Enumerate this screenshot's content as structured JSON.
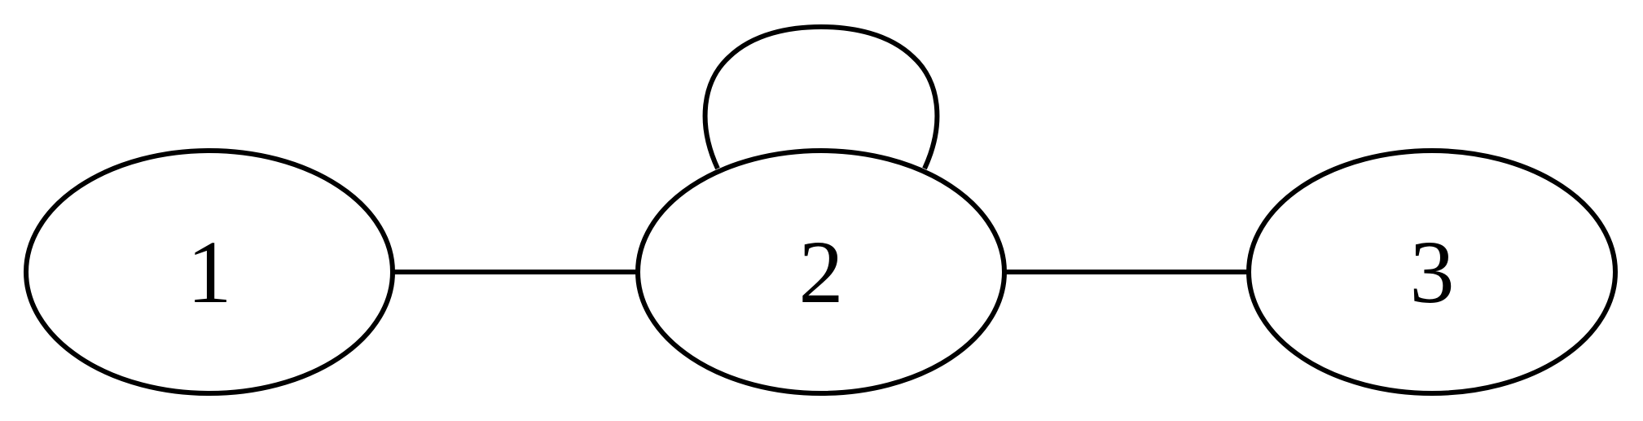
{
  "graph": {
    "nodes": [
      {
        "id": "n1",
        "label": "1"
      },
      {
        "id": "n2",
        "label": "2"
      },
      {
        "id": "n3",
        "label": "3"
      }
    ],
    "edges": [
      {
        "from": "n1",
        "to": "n2"
      },
      {
        "from": "n2",
        "to": "n2"
      },
      {
        "from": "n2",
        "to": "n3"
      }
    ],
    "colors": {
      "stroke": "#000000",
      "background": "#ffffff"
    }
  }
}
